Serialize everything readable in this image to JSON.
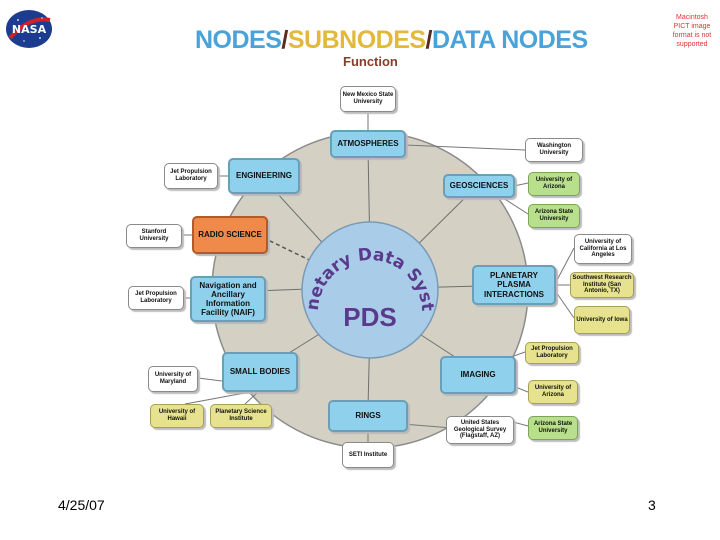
{
  "header": {
    "title_nodes": "NODES",
    "title_subnodes": "SUBNODES",
    "title_data_nodes": "DATA NODES",
    "slash": "/",
    "subtitle": "Function",
    "corner_note": "Macintosh PICT image format is not supported"
  },
  "footer": {
    "date": "4/25/07",
    "page_number": "3"
  },
  "center": {
    "ring_text": "Planetary Data System",
    "label": "PDS"
  },
  "colors": {
    "node": "#8fd0ec",
    "subnode_green": "#b8df8c",
    "subnode_yellow": "#e6e28e",
    "radio_science": "#f08a4b",
    "outer_ring": "#d4d1c4",
    "inner_circle": "#a9cde8"
  },
  "nodes": {
    "atmospheres": "ATMOSPHERES",
    "engineering": "ENGINEERING",
    "geosciences": "GEOSCIENCES",
    "radio_science": "RADIO SCIENCE",
    "planetary_plasma": "PLANETARY PLASMA INTERACTIONS",
    "naif": "Navigation and Ancillary Information Facility (NAIF)",
    "small_bodies": "SMALL BODIES",
    "imaging": "IMAGING",
    "rings": "RINGS"
  },
  "institutions": {
    "new_mexico": "New Mexico State University",
    "washington": "Washington University",
    "jpl_engineering": "Jet Propulsion Laboratory",
    "u_arizona_geo": "University of Arizona",
    "arizona_state_geo": "Arizona State University",
    "stanford": "Stanford University",
    "ucla": "University of California at Los Angeles",
    "swri": "Southwest Research Institute (San Antonio, TX)",
    "jpl_naif": "Jet Propulsion Laboratory",
    "u_iowa": "University of Iowa",
    "jpl_imaging": "Jet Propulsion Laboratory",
    "u_maryland": "University of Maryland",
    "u_arizona_imaging": "University of Arizona",
    "u_hawaii": "University of Hawaii",
    "psi": "Planetary Science Institute",
    "usgs": "United States Geological Survey (Flagstaff, AZ)",
    "arizona_state_imaging": "Arizona State University",
    "seti": "SETI Institute"
  }
}
